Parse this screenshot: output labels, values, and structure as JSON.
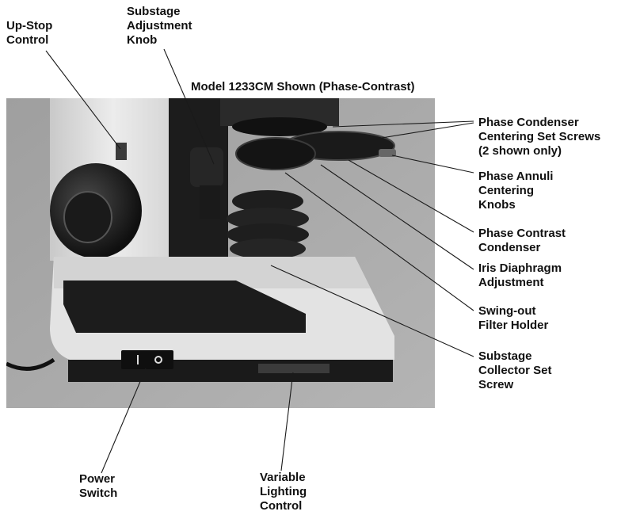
{
  "title": "Model 1233CM Shown (Phase-Contrast)",
  "labels": {
    "up_stop": "Up-Stop\nControl",
    "substage_knob": "Substage\nAdjustment\nKnob",
    "phase_screws": "Phase Condenser\nCentering Set Screws\n(2 shown only)",
    "annuli_knobs": "Phase Annuli\nCentering\nKnobs",
    "condenser": "Phase Contrast\nCondenser",
    "iris": "Iris Diaphragm\nAdjustment",
    "swing_filter": "Swing-out\nFilter Holder",
    "collector_screw": "Substage\nCollector Set\nScrew",
    "power_switch": "Power\nSwitch",
    "variable_light": "Variable\nLighting\nControl"
  },
  "colors": {
    "photo_bg": "#a9a9a9",
    "body_light": "#e6e6e6",
    "dark_part": "#1e1e1e",
    "leader": "#1a1a1a"
  }
}
